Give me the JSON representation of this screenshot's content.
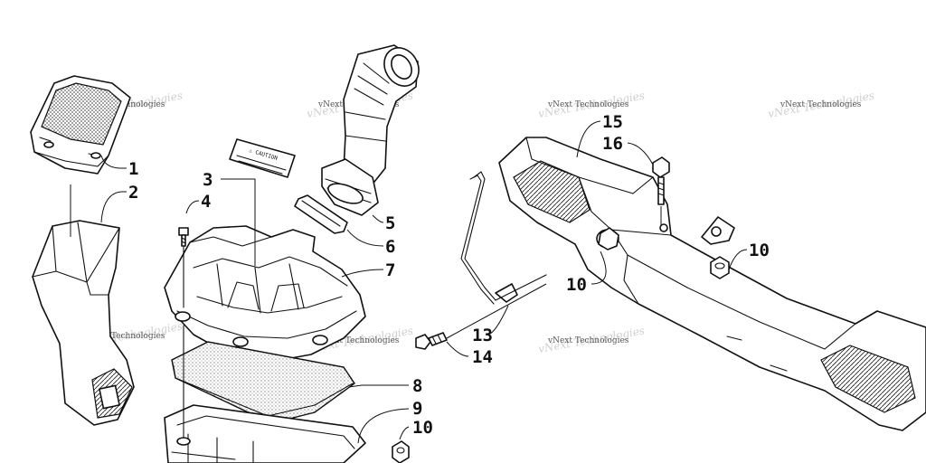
{
  "callouts": {
    "c1": "1",
    "c2": "2",
    "c3": "3",
    "c4": "4",
    "c5": "5",
    "c6": "6",
    "c7": "7",
    "c8": "8",
    "c9": "9",
    "c10a": "10",
    "c10b": "10",
    "c10c": "10",
    "c13": "13",
    "c14": "14",
    "c15": "15",
    "c16": "16"
  },
  "watermark": {
    "text": "vNext Technologies"
  },
  "decal": {
    "heading": "⚠ CAUTION"
  },
  "colors": {
    "line": "#111111",
    "background": "#ffffff",
    "watermark": "#cfcfcf"
  }
}
